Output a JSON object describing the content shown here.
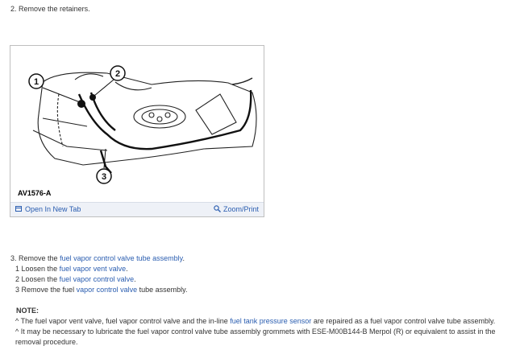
{
  "step2": {
    "number": "2.",
    "text": "Remove the retainers."
  },
  "figure": {
    "label": "AV1576-A",
    "callouts": [
      "1",
      "2",
      "3"
    ],
    "open_link": "Open In New Tab",
    "zoom_link": "Zoom/Print"
  },
  "step3": {
    "number": "3.",
    "prefix": "Remove the",
    "link": "fuel vapor control valve tube assembly",
    "suffix": "."
  },
  "substeps": [
    {
      "number": "1",
      "prefix": "Loosen the",
      "link": "fuel vapor vent valve",
      "suffix": "."
    },
    {
      "number": "2",
      "prefix": "Loosen the",
      "link": "fuel vapor control valve",
      "suffix": "."
    },
    {
      "number": "3",
      "prefix": "Remove the fuel",
      "link": "vapor control valve",
      "suffix": "tube assembly."
    }
  ],
  "note": {
    "heading": "NOTE:",
    "bullet": "^",
    "item1_prefix": "The fuel vapor vent valve, fuel vapor control valve and the in-line",
    "item1_link": "fuel tank pressure sensor",
    "item1_suffix": "are repaired as a fuel vapor control valve tube assembly.",
    "item2": "It may be necessary to lubricate the fuel vapor control valve tube assembly grommets with ESE-M00B144-B Merpol (R) or equivalent to assist in the removal procedure."
  }
}
